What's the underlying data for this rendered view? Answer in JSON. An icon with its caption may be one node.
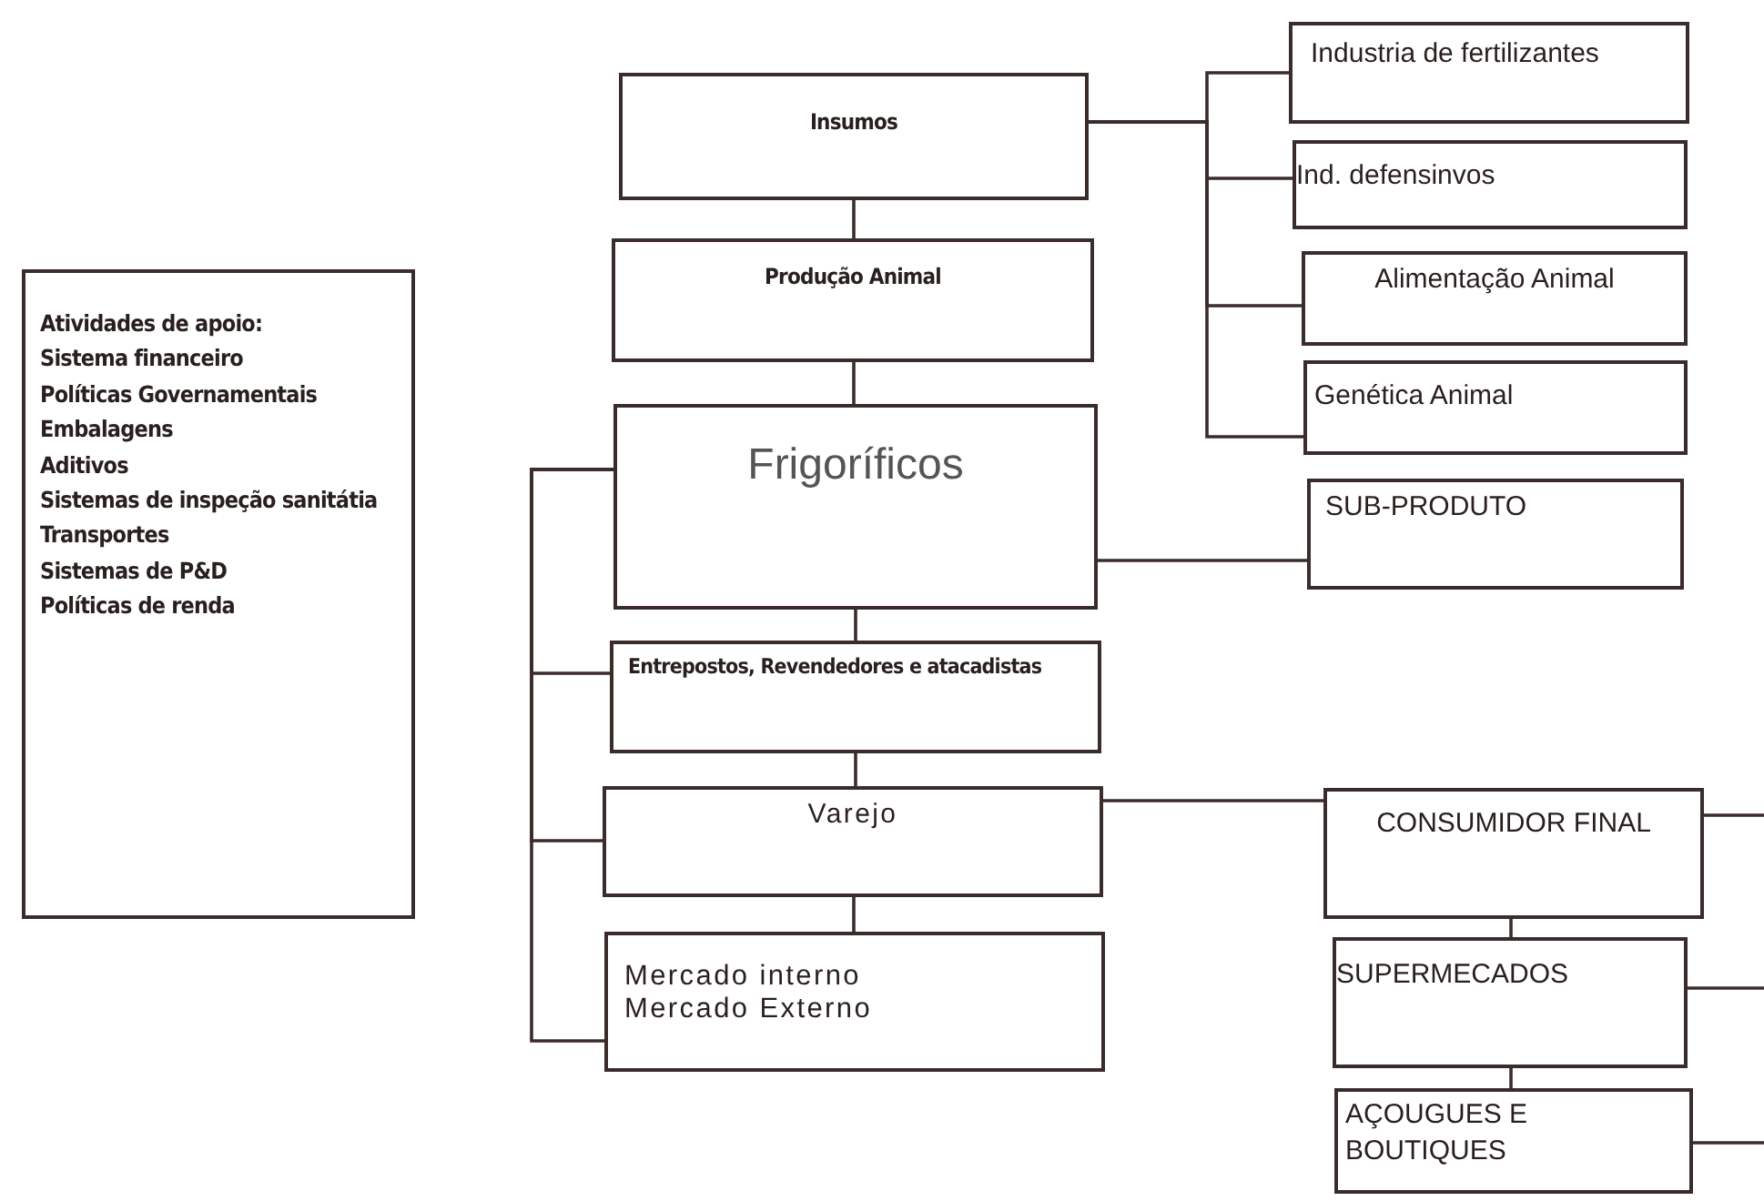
{
  "diagram": {
    "nodes": [
      {
        "text": [
          "Atividades de apoio:",
          "Sistema financeiro",
          "Políticas Governamentais",
          "Embalagens",
          "Aditivos",
          "Sistemas de inspeção sanitátia",
          "Transportes",
          "Sistemas de P&D",
          "Políticas de renda"
        ]
      },
      {
        "text": [
          "Insumos"
        ]
      },
      {
        "text": [
          "Produção Animal"
        ]
      },
      {
        "text": [
          "Frigoríficos"
        ]
      },
      {
        "text": [
          "Entrepostos, Revendedores e atacadistas"
        ]
      },
      {
        "text": [
          "Varejo"
        ]
      },
      {
        "text": [
          "Mercado interno",
          "Mercado Externo"
        ]
      },
      {
        "text": [
          "Industria de fertilizantes"
        ]
      },
      {
        "text": [
          "Ind. defensinvos"
        ]
      },
      {
        "text": [
          "Alimentação Animal"
        ]
      },
      {
        "text": [
          "Genética Animal"
        ]
      },
      {
        "text": [
          "SUB-PRODUTO"
        ]
      },
      {
        "text": [
          "CONSUMIDOR FINAL"
        ]
      },
      {
        "text": [
          "SUPERMECADOS"
        ]
      },
      {
        "text": [
          "AÇOUGUES E BOUTIQUES"
        ]
      }
    ],
    "edges": [
      {
        "from": 1,
        "to": 2,
        "arrow": "none"
      },
      {
        "from": 2,
        "to": 3,
        "arrow": "none"
      },
      {
        "from": 3,
        "to": 4,
        "arrow": "none"
      },
      {
        "from": 4,
        "to": 5,
        "arrow": "none"
      },
      {
        "from": 5,
        "to": 6,
        "arrow": "none"
      },
      {
        "from": 1,
        "to": 7,
        "arrow": "none"
      },
      {
        "from": 1,
        "to": 8,
        "arrow": "none"
      },
      {
        "from": 1,
        "to": 9,
        "arrow": "none"
      },
      {
        "from": 1,
        "to": 10,
        "arrow": "none"
      },
      {
        "from": 3,
        "to": 11,
        "arrow": "none"
      },
      {
        "from": 3,
        "to": 4,
        "arrow": "none"
      },
      {
        "from": 3,
        "to": 5,
        "arrow": "none"
      },
      {
        "from": 3,
        "to": 6,
        "arrow": "none"
      },
      {
        "from": 5,
        "to": 12,
        "arrow": "none"
      },
      {
        "from": 12,
        "to": 13,
        "arrow": "none"
      },
      {
        "from": 13,
        "to": 14,
        "arrow": "none"
      },
      {
        "from": 12,
        "to": null,
        "arrow": "none"
      },
      {
        "from": 13,
        "to": null,
        "arrow": "none"
      },
      {
        "from": 14,
        "to": null,
        "arrow": "none"
      }
    ]
  }
}
